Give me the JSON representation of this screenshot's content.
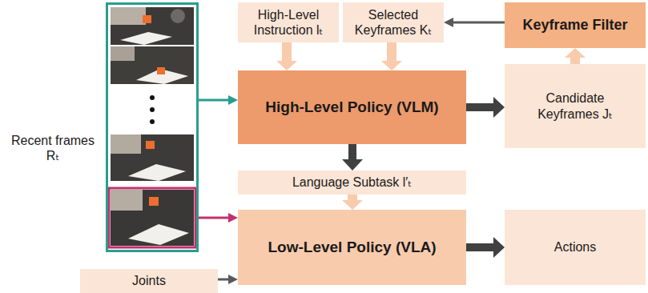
{
  "diagram": {
    "nodes": [
      {
        "text": [
          "Recent frames Rₜ"
        ]
      },
      {
        "text": [
          "High-Level Instruction lₜ"
        ]
      },
      {
        "text": [
          "Selected Keyframes Kₜ"
        ]
      },
      {
        "text": [
          "Keyframe Filter"
        ]
      },
      {
        "text": [
          "High-Level Policy (VLM)"
        ]
      },
      {
        "text": [
          "Candidate Keyframes Jₜ"
        ]
      },
      {
        "text": [
          "Language Subtask l′ₜ"
        ]
      },
      {
        "text": [
          "Joints"
        ]
      },
      {
        "text": [
          "Low-Level Policy (VLA)"
        ]
      },
      {
        "text": [
          "Actions"
        ]
      }
    ],
    "edges": [
      {
        "from": 0,
        "to": 4,
        "arrow": "to"
      },
      {
        "from": 0,
        "to": 8,
        "arrow": "to"
      },
      {
        "from": 1,
        "to": 4,
        "arrow": "to"
      },
      {
        "from": 2,
        "to": 4,
        "arrow": "to"
      },
      {
        "from": 3,
        "to": 2,
        "arrow": "to"
      },
      {
        "from": 4,
        "to": 5,
        "arrow": "to"
      },
      {
        "from": 5,
        "to": 3,
        "arrow": "to"
      },
      {
        "from": 4,
        "to": 6,
        "arrow": "to"
      },
      {
        "from": 6,
        "to": 8,
        "arrow": "to"
      },
      {
        "from": 7,
        "to": 8,
        "arrow": "to"
      },
      {
        "from": 8,
        "to": 9,
        "arrow": "to"
      }
    ]
  }
}
